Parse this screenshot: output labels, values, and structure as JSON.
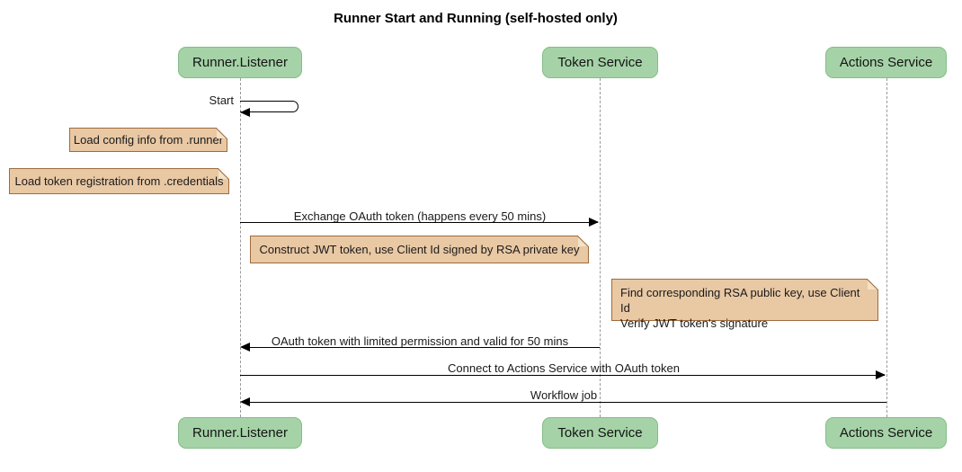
{
  "title": "Runner Start and Running (self-hosted only)",
  "diagram_type": "sequence",
  "actors": [
    {
      "label": "Runner.Listener"
    },
    {
      "label": "Token Service"
    },
    {
      "label": "Actions Service"
    }
  ],
  "messages": [
    {
      "label": "Start",
      "from": "Runner.Listener",
      "to": "Runner.Listener",
      "kind": "self"
    },
    {
      "label": "Exchange OAuth token (happens every 50 mins)",
      "from": "Runner.Listener",
      "to": "Token Service",
      "kind": "solid-arrow"
    },
    {
      "label": "OAuth token with limited permission and valid for 50 mins",
      "from": "Token Service",
      "to": "Runner.Listener",
      "kind": "solid-arrow"
    },
    {
      "label": "Connect to Actions Service with OAuth token",
      "from": "Runner.Listener",
      "to": "Actions Service",
      "kind": "solid-arrow"
    },
    {
      "label": "Workflow job",
      "from": "Actions Service",
      "to": "Runner.Listener",
      "kind": "solid-arrow"
    }
  ],
  "notes": [
    {
      "text": "Load config info from .runner",
      "position": "left of Runner.Listener"
    },
    {
      "text": "Load token registration from .credentials",
      "position": "left of Runner.Listener"
    },
    {
      "text": "Construct JWT token, use Client Id signed by RSA private key",
      "position": "over Runner.Listener and Token Service"
    },
    {
      "lines": [
        "Find corresponding RSA public key, use Client Id",
        "Verify JWT token's signature"
      ],
      "position": "over Actions Service"
    }
  ],
  "colors": {
    "background": "#ffffff",
    "actor_fill": "#a5d3a7",
    "actor_border": "#84bd88",
    "note_fill": "#e9c8a4",
    "note_border": "#9e6b3e",
    "lifeline": "#999999",
    "arrow": "#000000"
  }
}
